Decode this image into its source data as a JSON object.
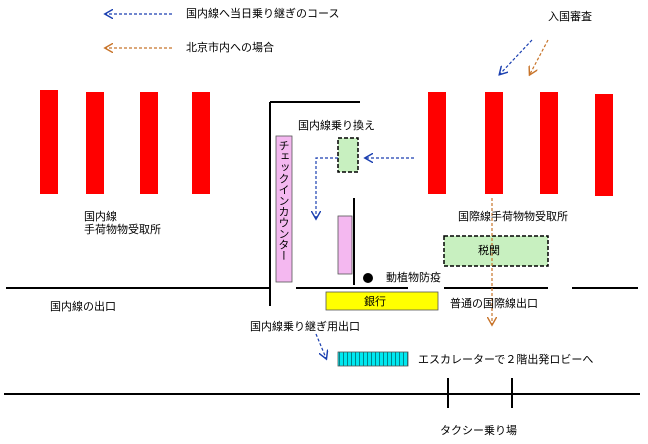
{
  "legend": {
    "transfer_route": "国内線へ当日乗り継ぎのコース",
    "to_beijing": "北京市内への場合"
  },
  "labels": {
    "immigration": "入国審査",
    "domestic_transfer": "国内線乗り換え",
    "domestic_baggage_line1": "国内線",
    "domestic_baggage_line2": "手荷物物受取所",
    "intl_baggage": "国際線手荷物物受取所",
    "customs": "税関",
    "quarantine": "動植物防疫",
    "bank": "銀行",
    "domestic_exit": "国内線の出口",
    "intl_exit": "普通の国際線出口",
    "transfer_exit": "国内線乗り継ぎ用出口",
    "escalator": "エスカレーターで２階出発ロビーへ",
    "taxi": "タクシー乗り場",
    "checkin_counter": "チェックインカウンター"
  },
  "colors": {
    "blue_route": "#1a3fb0",
    "orange_route": "#c8742a",
    "carousel_red": "#ff0000",
    "customs_green": "#c8f0c0",
    "bank_yellow": "#ffff00",
    "counter_pink": "#f4b8f0",
    "escalator_cyan": "#00e8f0",
    "wall": "#000000"
  }
}
